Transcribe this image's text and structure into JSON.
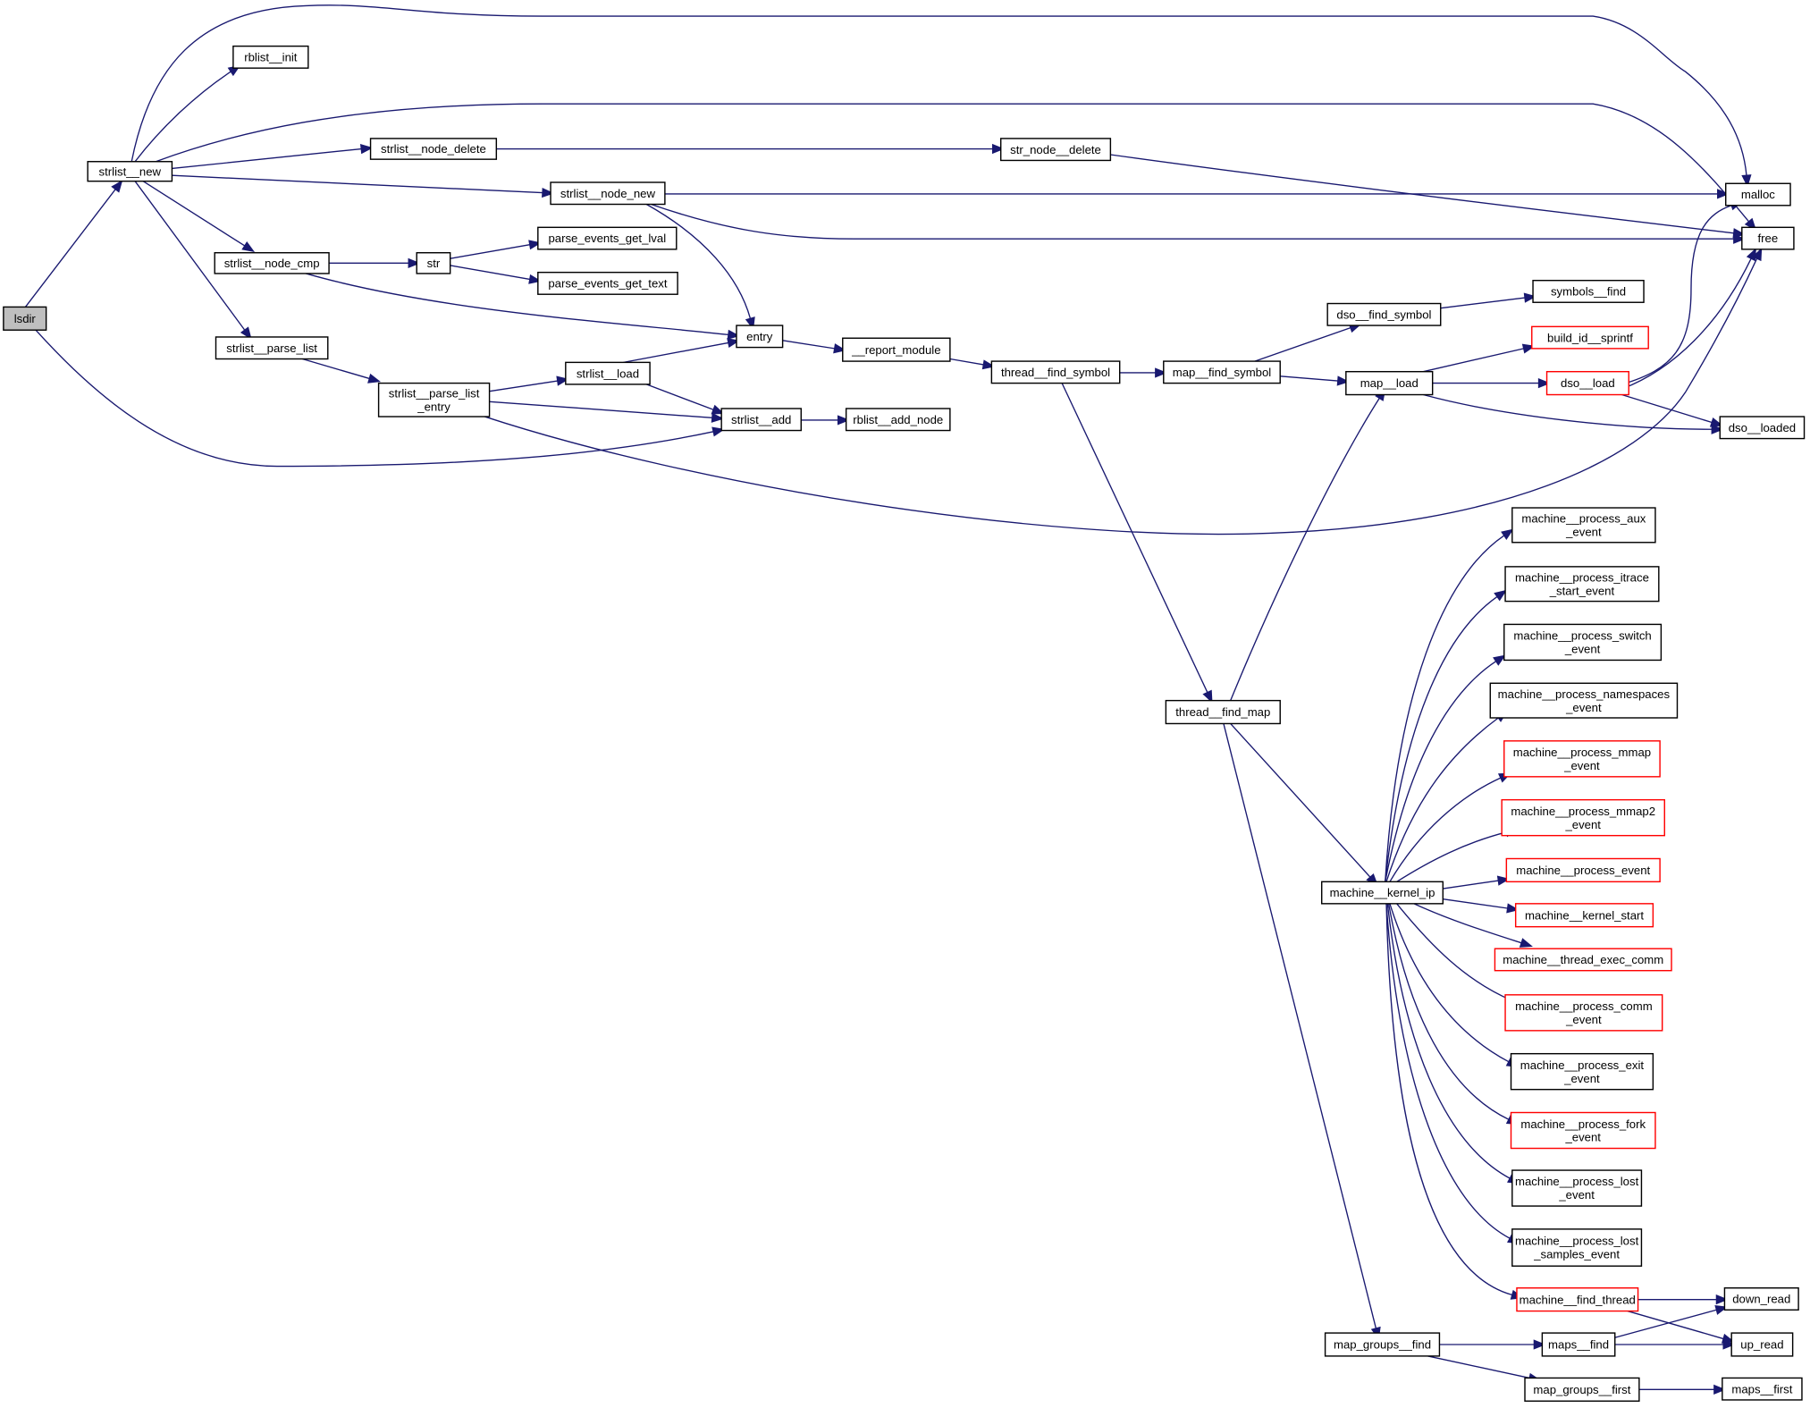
{
  "graph": {
    "type": "call-graph",
    "edge_color": "#191970",
    "node_border_default": "#000000",
    "node_border_incomplete": "#ff0000",
    "root_fill": "#bfbfbf",
    "nodes": [
      {
        "id": "lsdir",
        "lines": [
          "lsdir"
        ],
        "style": "gray"
      },
      {
        "id": "strlist__new",
        "lines": [
          "strlist__new"
        ],
        "style": "normal"
      },
      {
        "id": "rblist__init",
        "lines": [
          "rblist__init"
        ],
        "style": "normal"
      },
      {
        "id": "strlist__node_delete",
        "lines": [
          "strlist__node_delete"
        ],
        "style": "normal"
      },
      {
        "id": "strlist__node_new",
        "lines": [
          "strlist__node_new"
        ],
        "style": "normal"
      },
      {
        "id": "strlist__node_cmp",
        "lines": [
          "strlist__node_cmp"
        ],
        "style": "normal"
      },
      {
        "id": "str",
        "lines": [
          "str"
        ],
        "style": "normal"
      },
      {
        "id": "parse_events_get_lval",
        "lines": [
          "parse_events_get_lval"
        ],
        "style": "normal"
      },
      {
        "id": "parse_events_get_text",
        "lines": [
          "parse_events_get_text"
        ],
        "style": "normal"
      },
      {
        "id": "strlist__parse_list",
        "lines": [
          "strlist__parse_list"
        ],
        "style": "normal"
      },
      {
        "id": "strlist__parse_list_entry",
        "lines": [
          "strlist__parse_list",
          "_entry"
        ],
        "style": "normal"
      },
      {
        "id": "strlist__load",
        "lines": [
          "strlist__load"
        ],
        "style": "normal"
      },
      {
        "id": "entry",
        "lines": [
          "entry"
        ],
        "style": "normal"
      },
      {
        "id": "strlist__add",
        "lines": [
          "strlist__add"
        ],
        "style": "normal"
      },
      {
        "id": "rblist__add_node",
        "lines": [
          "rblist__add_node"
        ],
        "style": "normal"
      },
      {
        "id": "__report_module",
        "lines": [
          "__report_module"
        ],
        "style": "normal"
      },
      {
        "id": "str_node__delete",
        "lines": [
          "str_node__delete"
        ],
        "style": "normal"
      },
      {
        "id": "thread__find_symbol",
        "lines": [
          "thread__find_symbol"
        ],
        "style": "normal"
      },
      {
        "id": "map__find_symbol",
        "lines": [
          "map__find_symbol"
        ],
        "style": "normal"
      },
      {
        "id": "dso__find_symbol",
        "lines": [
          "dso__find_symbol"
        ],
        "style": "normal"
      },
      {
        "id": "symbols__find",
        "lines": [
          "symbols__find"
        ],
        "style": "normal"
      },
      {
        "id": "map__load",
        "lines": [
          "map__load"
        ],
        "style": "normal"
      },
      {
        "id": "build_id__sprintf",
        "lines": [
          "build_id__sprintf"
        ],
        "style": "red"
      },
      {
        "id": "dso__load",
        "lines": [
          "dso__load"
        ],
        "style": "red"
      },
      {
        "id": "dso__loaded",
        "lines": [
          "dso__loaded"
        ],
        "style": "normal"
      },
      {
        "id": "malloc",
        "lines": [
          "malloc"
        ],
        "style": "normal"
      },
      {
        "id": "free",
        "lines": [
          "free"
        ],
        "style": "normal"
      },
      {
        "id": "thread__find_map",
        "lines": [
          "thread__find_map"
        ],
        "style": "normal"
      },
      {
        "id": "machine__kernel_ip",
        "lines": [
          "machine__kernel_ip"
        ],
        "style": "normal"
      },
      {
        "id": "mp_aux",
        "lines": [
          "machine__process_aux",
          "_event"
        ],
        "style": "normal"
      },
      {
        "id": "mp_itrace",
        "lines": [
          "machine__process_itrace",
          "_start_event"
        ],
        "style": "normal"
      },
      {
        "id": "mp_switch",
        "lines": [
          "machine__process_switch",
          "_event"
        ],
        "style": "normal"
      },
      {
        "id": "mp_namespaces",
        "lines": [
          "machine__process_namespaces",
          "_event"
        ],
        "style": "normal"
      },
      {
        "id": "mp_mmap",
        "lines": [
          "machine__process_mmap",
          "_event"
        ],
        "style": "red"
      },
      {
        "id": "mp_mmap2",
        "lines": [
          "machine__process_mmap2",
          "_event"
        ],
        "style": "red"
      },
      {
        "id": "mp_event",
        "lines": [
          "machine__process_event"
        ],
        "style": "red"
      },
      {
        "id": "m_kernel_start",
        "lines": [
          "machine__kernel_start"
        ],
        "style": "red"
      },
      {
        "id": "m_thread_exec_comm",
        "lines": [
          "machine__thread_exec_comm"
        ],
        "style": "red"
      },
      {
        "id": "mp_comm",
        "lines": [
          "machine__process_comm",
          "_event"
        ],
        "style": "red"
      },
      {
        "id": "mp_exit",
        "lines": [
          "machine__process_exit",
          "_event"
        ],
        "style": "normal"
      },
      {
        "id": "mp_fork",
        "lines": [
          "machine__process_fork",
          "_event"
        ],
        "style": "red"
      },
      {
        "id": "mp_lost",
        "lines": [
          "machine__process_lost",
          "_event"
        ],
        "style": "normal"
      },
      {
        "id": "mp_lost_samples",
        "lines": [
          "machine__process_lost",
          "_samples_event"
        ],
        "style": "normal"
      },
      {
        "id": "m_find_thread",
        "lines": [
          "machine__find_thread"
        ],
        "style": "red"
      },
      {
        "id": "down_read",
        "lines": [
          "down_read"
        ],
        "style": "normal"
      },
      {
        "id": "up_read",
        "lines": [
          "up_read"
        ],
        "style": "normal"
      },
      {
        "id": "map_groups__find",
        "lines": [
          "map_groups__find"
        ],
        "style": "normal"
      },
      {
        "id": "maps__find",
        "lines": [
          "maps__find"
        ],
        "style": "normal"
      },
      {
        "id": "map_groups__first",
        "lines": [
          "map_groups__first"
        ],
        "style": "normal"
      },
      {
        "id": "maps__first",
        "lines": [
          "maps__first"
        ],
        "style": "normal"
      }
    ],
    "edges": [
      [
        "lsdir",
        "strlist__new"
      ],
      [
        "lsdir",
        "strlist__add"
      ],
      [
        "strlist__new",
        "rblist__init"
      ],
      [
        "strlist__new",
        "malloc"
      ],
      [
        "strlist__new",
        "free"
      ],
      [
        "strlist__new",
        "strlist__node_delete"
      ],
      [
        "strlist__new",
        "strlist__node_new"
      ],
      [
        "strlist__new",
        "strlist__node_cmp"
      ],
      [
        "strlist__new",
        "strlist__parse_list"
      ],
      [
        "strlist__node_delete",
        "str_node__delete"
      ],
      [
        "str_node__delete",
        "free"
      ],
      [
        "strlist__node_new",
        "malloc"
      ],
      [
        "strlist__node_new",
        "free"
      ],
      [
        "strlist__node_new",
        "entry"
      ],
      [
        "strlist__node_cmp",
        "str"
      ],
      [
        "strlist__node_cmp",
        "entry"
      ],
      [
        "str",
        "parse_events_get_lval"
      ],
      [
        "str",
        "parse_events_get_text"
      ],
      [
        "strlist__parse_list",
        "strlist__parse_list_entry"
      ],
      [
        "strlist__parse_list_entry",
        "strlist__load"
      ],
      [
        "strlist__parse_list_entry",
        "strlist__add"
      ],
      [
        "strlist__parse_list_entry",
        "free"
      ],
      [
        "strlist__load",
        "entry"
      ],
      [
        "strlist__load",
        "strlist__add"
      ],
      [
        "strlist__add",
        "rblist__add_node"
      ],
      [
        "entry",
        "__report_module"
      ],
      [
        "__report_module",
        "thread__find_symbol"
      ],
      [
        "thread__find_symbol",
        "map__find_symbol"
      ],
      [
        "thread__find_symbol",
        "thread__find_map"
      ],
      [
        "map__find_symbol",
        "dso__find_symbol"
      ],
      [
        "map__find_symbol",
        "map__load"
      ],
      [
        "dso__find_symbol",
        "symbols__find"
      ],
      [
        "map__load",
        "build_id__sprintf"
      ],
      [
        "map__load",
        "dso__load"
      ],
      [
        "map__load",
        "dso__loaded"
      ],
      [
        "dso__load",
        "malloc"
      ],
      [
        "dso__load",
        "free"
      ],
      [
        "dso__load",
        "dso__loaded"
      ],
      [
        "thread__find_map",
        "map__load"
      ],
      [
        "thread__find_map",
        "machine__kernel_ip"
      ],
      [
        "thread__find_map",
        "map_groups__find"
      ],
      [
        "machine__kernel_ip",
        "mp_aux"
      ],
      [
        "machine__kernel_ip",
        "mp_itrace"
      ],
      [
        "machine__kernel_ip",
        "mp_switch"
      ],
      [
        "machine__kernel_ip",
        "mp_namespaces"
      ],
      [
        "machine__kernel_ip",
        "mp_mmap"
      ],
      [
        "machine__kernel_ip",
        "mp_mmap2"
      ],
      [
        "machine__kernel_ip",
        "mp_event"
      ],
      [
        "machine__kernel_ip",
        "m_kernel_start"
      ],
      [
        "machine__kernel_ip",
        "m_thread_exec_comm"
      ],
      [
        "machine__kernel_ip",
        "mp_comm"
      ],
      [
        "machine__kernel_ip",
        "mp_exit"
      ],
      [
        "machine__kernel_ip",
        "mp_fork"
      ],
      [
        "machine__kernel_ip",
        "mp_lost"
      ],
      [
        "machine__kernel_ip",
        "mp_lost_samples"
      ],
      [
        "machine__kernel_ip",
        "m_find_thread"
      ],
      [
        "m_find_thread",
        "down_read"
      ],
      [
        "m_find_thread",
        "up_read"
      ],
      [
        "map_groups__find",
        "maps__find"
      ],
      [
        "map_groups__find",
        "map_groups__first"
      ],
      [
        "maps__find",
        "down_read"
      ],
      [
        "maps__find",
        "up_read"
      ],
      [
        "map_groups__first",
        "maps__first"
      ]
    ]
  }
}
